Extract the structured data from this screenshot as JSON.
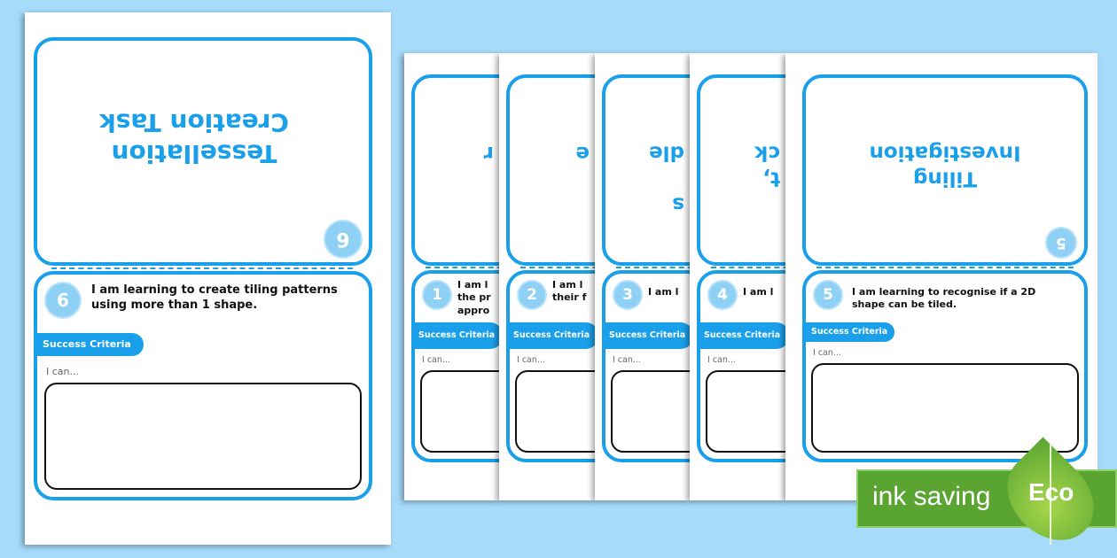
{
  "cards": [
    {
      "number": "1",
      "title_fragment": "r",
      "objective_fragment": "I am l\nthe pr\nappro",
      "criteria_label": "Success Criteria",
      "ican": "I can..."
    },
    {
      "number": "2",
      "title_fragment": "e",
      "objective_fragment": "I am l\ntheir f",
      "criteria_label": "Success Criteria",
      "ican": "I can..."
    },
    {
      "number": "3",
      "title_fragment": "s\n\ndle",
      "objective_fragment": "I am l",
      "criteria_label": "Success Criteria",
      "ican": "I can..."
    },
    {
      "number": "4",
      "title_fragment": "t,\nck",
      "objective_fragment": "I am l",
      "criteria_label": "Success Criteria",
      "ican": "I can..."
    },
    {
      "number": "5",
      "title": "Tiling\nInvestigation",
      "objective": "I am learning to recognise if a 2D\nshape can be tiled.",
      "criteria_label": "Success Criteria",
      "ican": "I can..."
    },
    {
      "number": "6",
      "title": "Tessellation\nCreation Task",
      "objective": "I am learning to create tiling patterns\nusing more than 1 shape.",
      "criteria_label": "Success Criteria",
      "ican": "I can..."
    }
  ],
  "badge": {
    "text": "ink saving",
    "eco": "Eco",
    "color": "#5aa532"
  }
}
